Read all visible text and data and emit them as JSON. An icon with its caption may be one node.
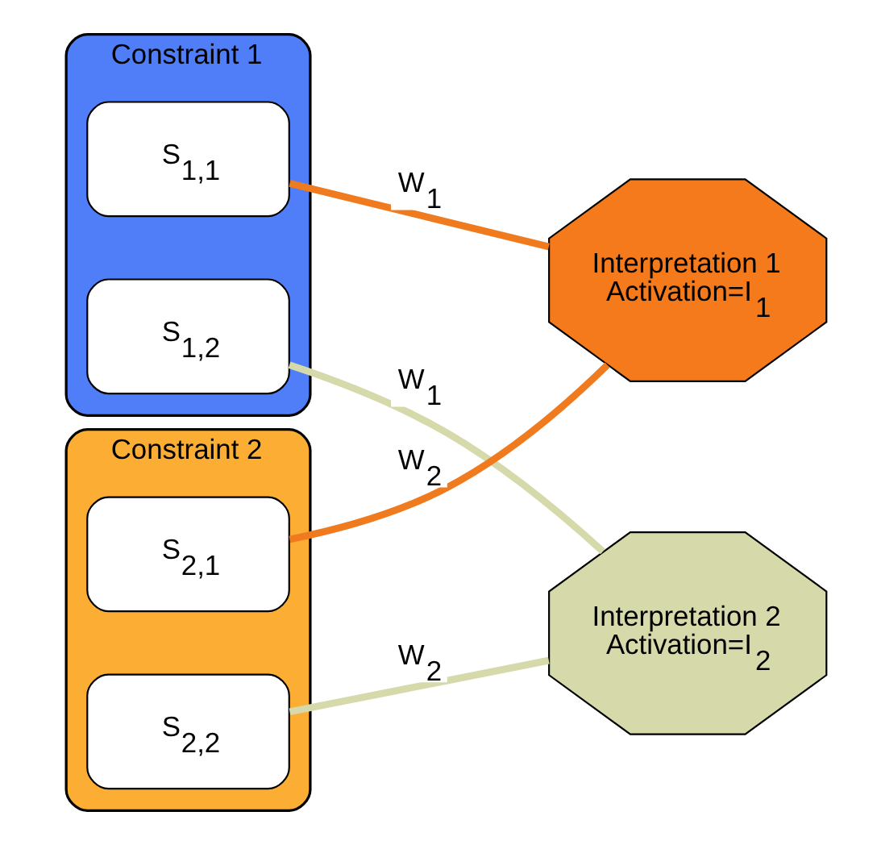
{
  "diagram": {
    "nodes": [
      {
        "text": [
          "Constraint 1"
        ]
      },
      {
        "text": [
          "S$_{1,1}$"
        ],
        "in": 0
      },
      {
        "text": [
          "S$_{1,2}$"
        ],
        "in": 0
      },
      {
        "text": [
          "Interpretation 1 Activation=I$_{1}$"
        ]
      },
      {
        "text": [
          "Constraint 2"
        ]
      },
      {
        "text": [
          "S$_{2,1}$"
        ],
        "in": 4
      },
      {
        "text": [
          "S$_{2,2}$"
        ],
        "in": 4
      },
      {
        "text": [
          "Interpretation 2 Activation=I$_{2}$"
        ]
      }
    ],
    "edges": [
      {
        "from": 1,
        "to": 3,
        "arrow": "none",
        "label": "W$_{1}$",
        "color": "#f07a1e"
      },
      {
        "from": 5,
        "to": 3,
        "arrow": "none",
        "label": "W$_{2}$",
        "color": "#f07a1e"
      },
      {
        "from": 2,
        "to": 7,
        "arrow": "none",
        "label": "W$_{1}$",
        "color": "#d6d9a9"
      },
      {
        "from": 6,
        "to": 7,
        "arrow": "none",
        "label": "W$_{2}$",
        "color": "#d6d9a9"
      }
    ]
  }
}
